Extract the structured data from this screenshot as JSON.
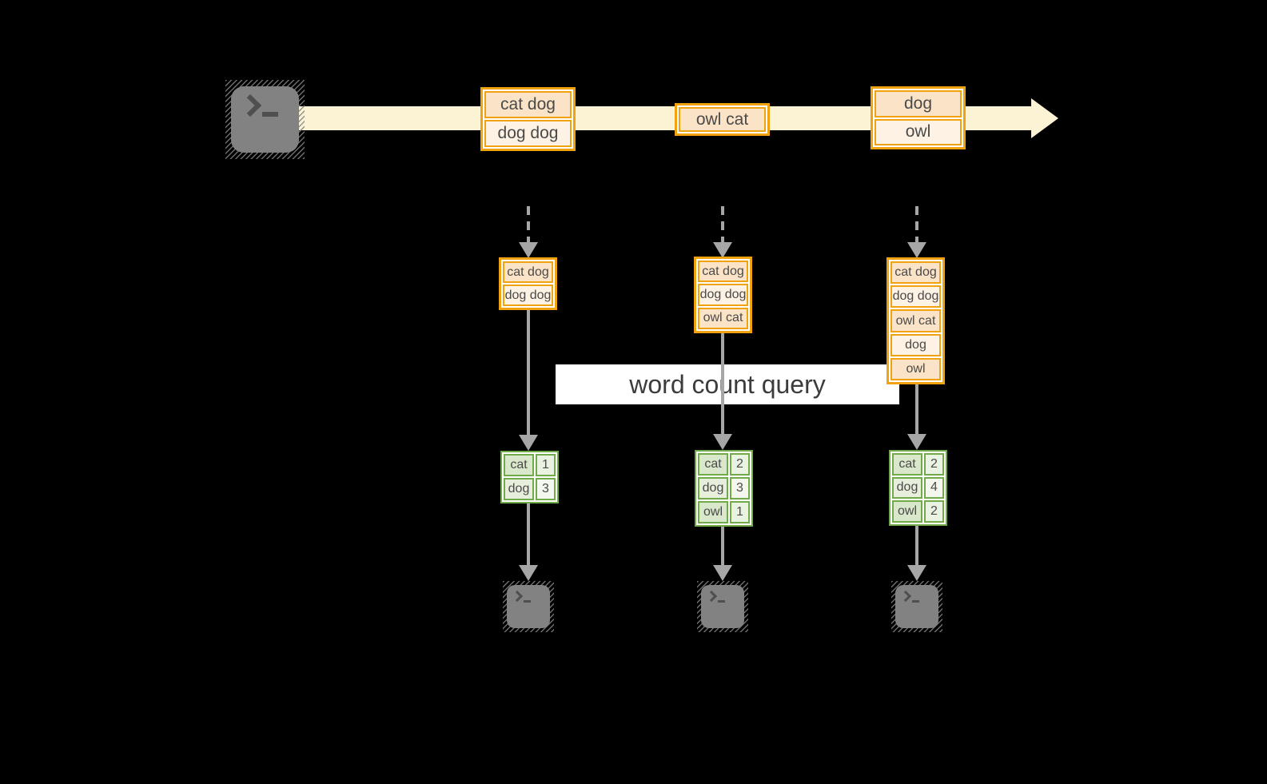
{
  "query_banner": {
    "label": "word count query"
  },
  "icons": {
    "source": "terminal-icon",
    "sinks": [
      "terminal-icon",
      "terminal-icon",
      "terminal-icon"
    ],
    "stream_arrowhead": "right-arrow-icon"
  },
  "stream_batches": [
    {
      "records": [
        "cat dog",
        "dog dog"
      ]
    },
    {
      "records": [
        "owl cat"
      ]
    },
    {
      "records": [
        "dog",
        "owl"
      ]
    }
  ],
  "snapshots": [
    {
      "records": [
        "cat dog",
        "dog dog"
      ],
      "counts": [
        {
          "word": "cat",
          "count": "1"
        },
        {
          "word": "dog",
          "count": "3"
        }
      ]
    },
    {
      "records": [
        "cat dog",
        "dog dog",
        "owl cat"
      ],
      "counts": [
        {
          "word": "cat",
          "count": "2"
        },
        {
          "word": "dog",
          "count": "3"
        },
        {
          "word": "owl",
          "count": "1"
        }
      ]
    },
    {
      "records": [
        "cat dog",
        "dog dog",
        "owl cat",
        "dog",
        "owl"
      ],
      "counts": [
        {
          "word": "cat",
          "count": "2"
        },
        {
          "word": "dog",
          "count": "4"
        },
        {
          "word": "owl",
          "count": "2"
        }
      ]
    }
  ],
  "colors": {
    "background": "#000000",
    "amber_border": "#f0a30e",
    "peach_dark": "#fae3c6",
    "peach_light": "#fdf2e3",
    "cream_band": "#fcf3d4",
    "green_border": "#71aa49",
    "sage_dark": "#d9e7ca",
    "sage_light": "#e7efdc",
    "num_dark": "#eaf2e1",
    "num_light": "#f3f7ed",
    "arrow_gray": "#a6a6a6",
    "icon_gray": "#828282",
    "glyph_dark": "#4f4f4f",
    "text_dark": "#4a4a4a",
    "banner_bg": "#ffffff",
    "banner_text": "#3c3c3c"
  }
}
